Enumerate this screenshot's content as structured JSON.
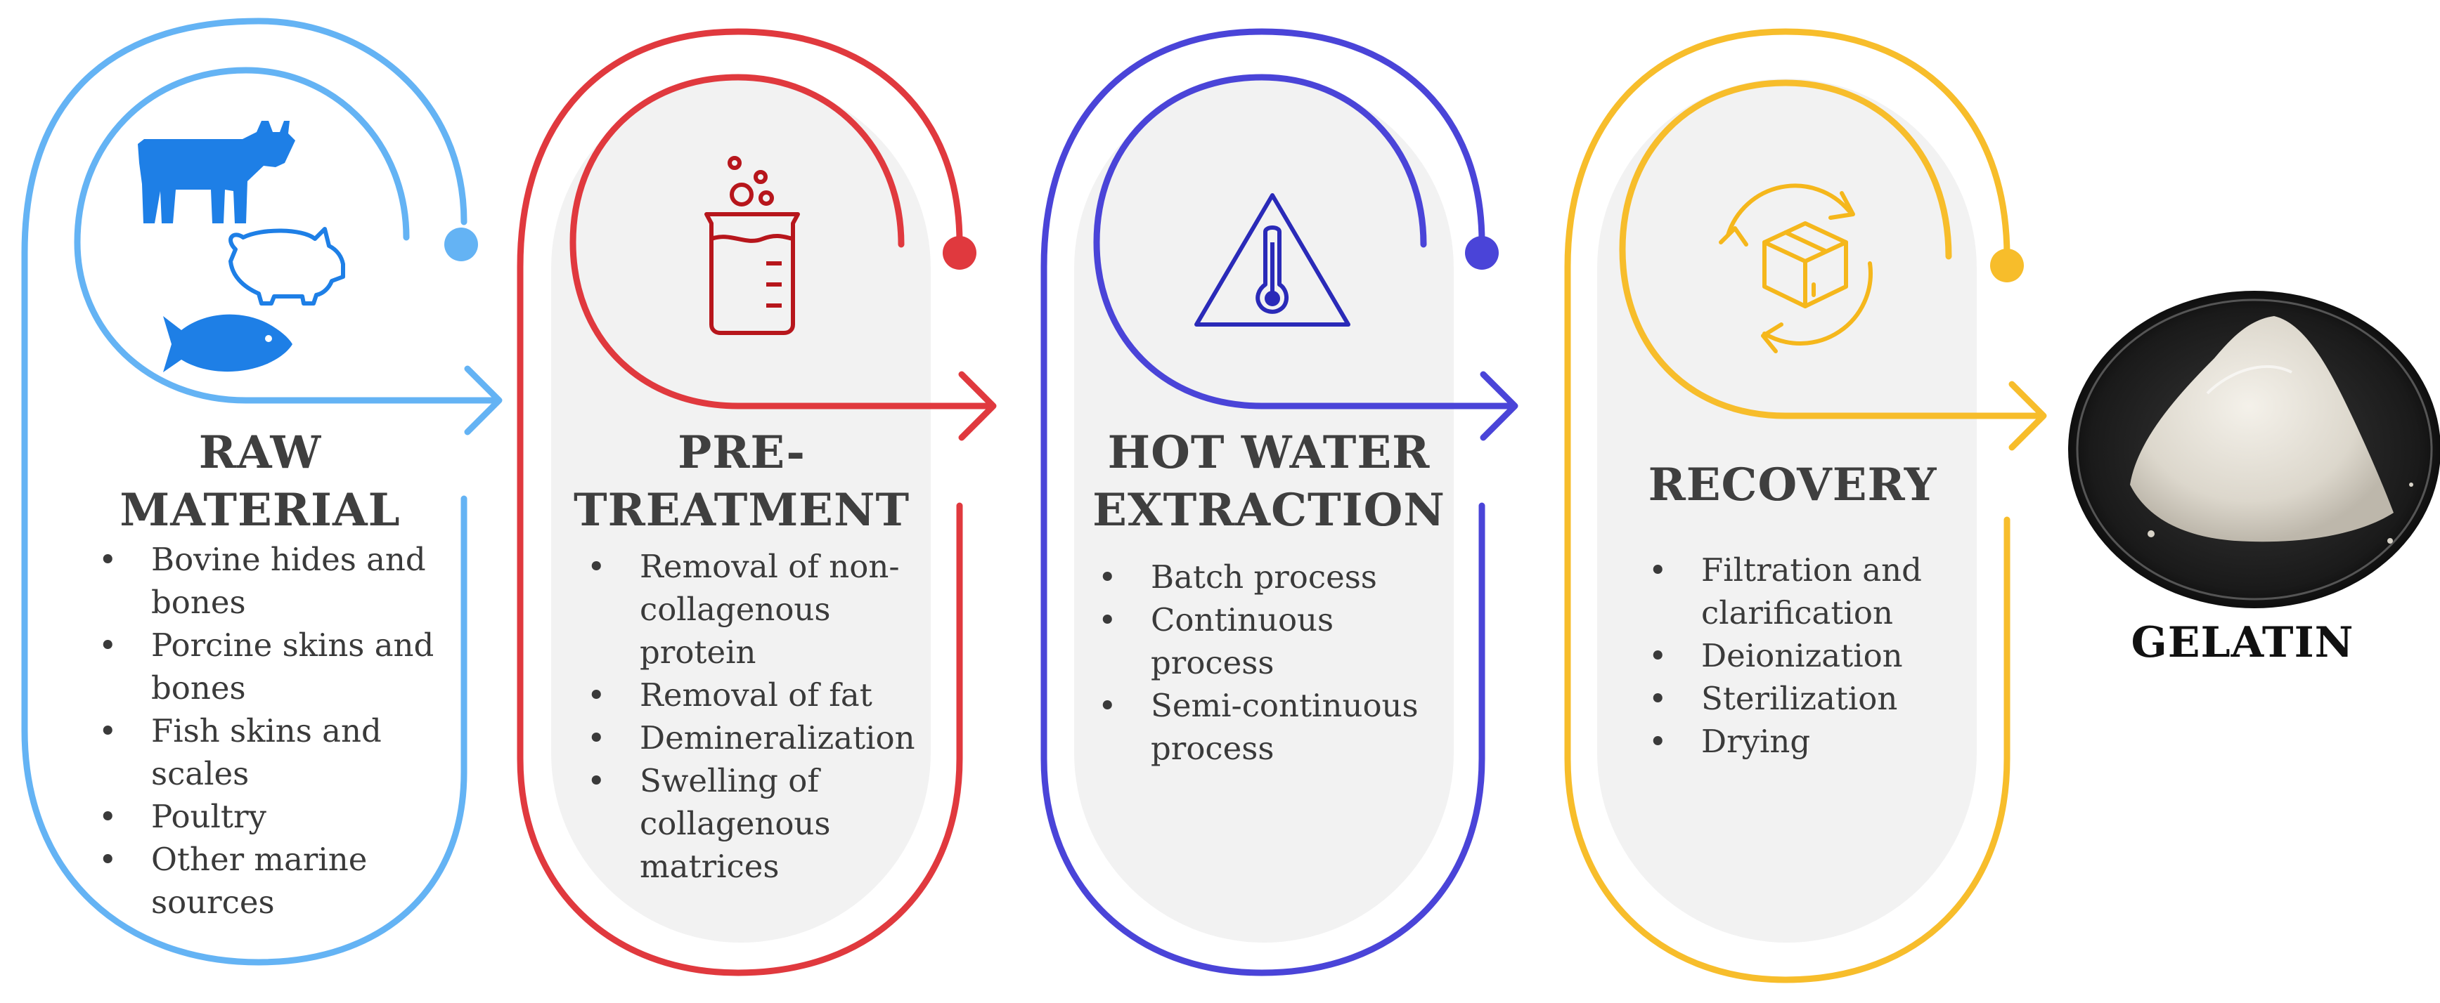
{
  "colors": {
    "raw": "#64b3f4",
    "raw_icons": "#1e7fe6",
    "pre": "#e0393e",
    "hot": "#4a44d8",
    "recovery": "#f7bd2b",
    "panel": "#f2f2f2"
  },
  "stages": [
    {
      "title_lines": [
        "RAW",
        "MATERIAL"
      ],
      "icons": [
        "cow-icon",
        "pig-icon",
        "fish-icon"
      ],
      "items": [
        "Bovine hides and bones",
        "Porcine skins and bones",
        "Fish skins and scales",
        "Poultry",
        "Other marine sources"
      ]
    },
    {
      "title_lines": [
        "PRE-",
        "TREATMENT"
      ],
      "icons": [
        "beaker-icon"
      ],
      "items": [
        "Removal of non-collagenous protein",
        "Removal of fat",
        "Demineralization",
        "Swelling of collagenous matrices"
      ]
    },
    {
      "title_lines": [
        "HOT WATER",
        "EXTRACTION"
      ],
      "icons": [
        "temperature-warning-icon"
      ],
      "items": [
        "Batch process",
        "Continuous process",
        "Semi-continuous process"
      ]
    },
    {
      "title_lines": [
        "RECOVERY"
      ],
      "icons": [
        "recycle-box-icon"
      ],
      "items": [
        "Filtration and clarification",
        "Deionization",
        "Sterilization",
        "Drying"
      ]
    }
  ],
  "product": {
    "label": "GELATIN",
    "icon": "gelatin-powder-dish"
  }
}
